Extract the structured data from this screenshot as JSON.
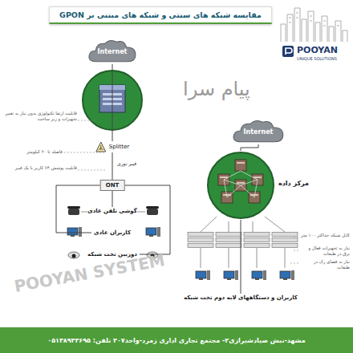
{
  "diagram": {
    "title": "مقایسه شبکه های سنتی و شبکه های مبتنی بر GPON",
    "nodes": [
      {
        "text": [
          "Internet"
        ]
      },
      {
        "text": [
          "Splitter"
        ]
      },
      {
        "text": [
          "ONT"
        ]
      },
      {
        "text": [
          "گوشی تلفن عادی"
        ]
      },
      {
        "text": [
          "کاربران عادی"
        ]
      },
      {
        "text": [
          "دوربین تحت شبکه"
        ]
      },
      {
        "text": [
          "Internet"
        ]
      },
      {
        "text": [
          "مرکز داده"
        ]
      },
      {
        "text": [
          "کاربران و دستگاههای لایه دوم تحت شبکه"
        ]
      },
      {
        "text": [
          "مشهد-نبش صیادشیرازی۲- مجتمع تجاری اداری زمرد-واحد۴۰۷ تلفن: ۰۵۱۳۸۹۴۳۶۹۵"
        ]
      }
    ],
    "edges": [
      {
        "from": 0,
        "to": 1,
        "arrow": "none"
      },
      {
        "from": 1,
        "to": 2,
        "arrow": "none"
      },
      {
        "from": 2,
        "to": 3,
        "arrow": "none"
      },
      {
        "from": 2,
        "to": 4,
        "arrow": "none"
      },
      {
        "from": 2,
        "to": 5,
        "arrow": "none"
      },
      {
        "from": 6,
        "to": 7,
        "arrow": "none"
      },
      {
        "from": 7,
        "to": 8,
        "arrow": "none"
      }
    ],
    "labels": [
      "پیام سرا",
      "POOYAN",
      "UNIQUE SOLUTIONS",
      "POOYAN SYSTEM",
      "قابلیت ارتقا تکنولوژی بدون نیاز به تغییر تجهیزات و زیر ساخت",
      "فاصله تا ۲۰ کیلومتر",
      "قابلیت پوشش ۶۴ کاربر با یک فیبر",
      "فیبر نوری",
      "کابل شبکه حداکثر ۱۰۰ متر",
      "نیاز به تجهیزات فعال و برق در طبقات",
      "نیاز به فضای رک در طبقات"
    ]
  }
}
